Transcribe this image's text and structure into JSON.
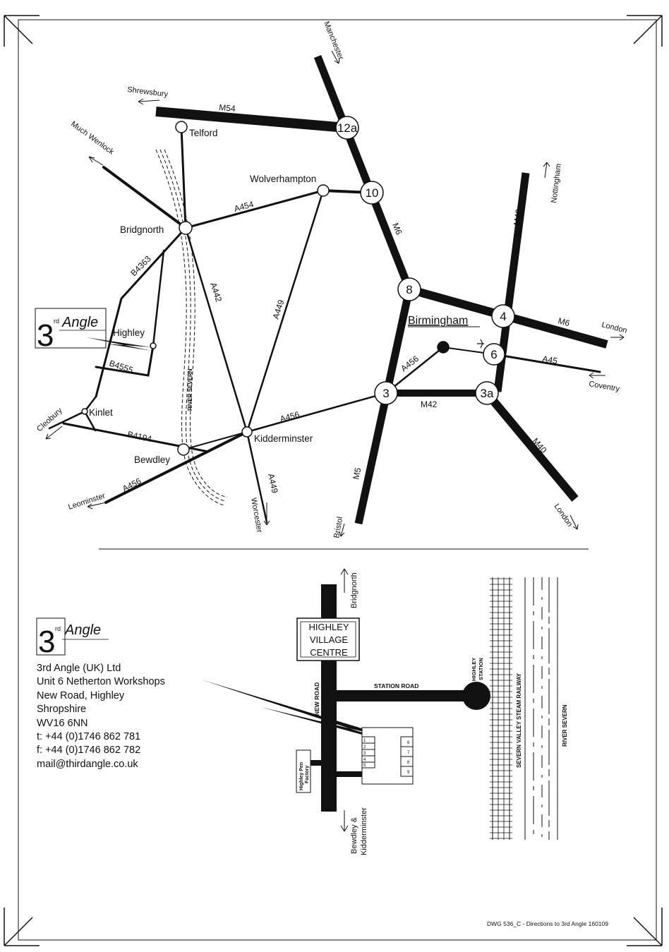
{
  "map_top": {
    "destinations": {
      "manchester": "Manchester",
      "shrewsbury": "Shrewsbury",
      "much_wenlock": "Much Wenlock",
      "nottingham": "Nottingham",
      "london_m6": "London",
      "coventry": "Coventry",
      "london_m40": "London",
      "bristol": "Bristol",
      "worcester": "Worcester",
      "leominster": "Leominster",
      "cleobury": "Cleobury"
    },
    "towns": {
      "telford": "Telford",
      "wolverhampton": "Wolverhampton",
      "bridgnorth": "Bridgnorth",
      "birmingham": "Birmingham",
      "highley": "Highley",
      "kinlet": "Kinlet",
      "bewdley": "Bewdley",
      "kidderminster": "Kidderminster"
    },
    "junctions": {
      "j12a": "12a",
      "j10": "10",
      "j8": "8",
      "j4": "4",
      "j6": "6",
      "j3": "3",
      "j3a": "3a"
    },
    "roads": {
      "m54": "M54",
      "m6_north": "M6",
      "m6_east": "M6",
      "m42_north": "M42",
      "m42_south": "M42",
      "m5": "M5",
      "m40": "M40",
      "a45": "A45",
      "a454": "A454",
      "a449_north": "A449",
      "a449_south": "A449",
      "a442": "A442",
      "a456_birmingham": "A456",
      "a456_kidderminster": "A456",
      "a456_leominster": "A456",
      "b4363": "B4363",
      "b4555": "B4555",
      "b4194": "B4194"
    },
    "river": "RIVER SEVERN"
  },
  "logo": {
    "numeral": "3",
    "superscript": "rd",
    "word": "Angle"
  },
  "map_local": {
    "bridgnorth": "Bridgnorth",
    "bewdley_kidderminster": [
      "Bewdley &",
      "Kidderminster"
    ],
    "village_centre": [
      "HIGHLEY",
      "VILLAGE",
      "CENTRE"
    ],
    "new_road": "NEW ROAD",
    "station_road": "STATION ROAD",
    "station": [
      "HIGHLEY",
      "STATION"
    ],
    "railway": "SEVERN VALLEY STEAM RAILWAY",
    "river": "RIVER SEVERN",
    "factory": [
      "Highley Pen",
      "Factory"
    ],
    "units_left": [
      "1",
      "2",
      "3",
      "4",
      "5"
    ],
    "units_right": [
      "6",
      "7",
      "8",
      "9"
    ]
  },
  "address": {
    "line1": "3rd Angle (UK) Ltd",
    "line2": "Unit 6 Netherton Workshops",
    "line3": "New Road, Highley",
    "line4": "Shropshire",
    "line5": "WV16 6NN",
    "tel": "t: +44 (0)1746 862 781",
    "fax": "f: +44 (0)1746 862 782",
    "email": "mail@thirdangle.co.uk"
  },
  "drawing_ref": "DWG 536_C - Directions to 3rd Angle 160109"
}
